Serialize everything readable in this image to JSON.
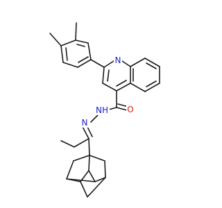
{
  "atoms": {
    "N1": {
      "label": "N",
      "color": "#1d22c9"
    },
    "NH": {
      "label": "NH",
      "color": "#1d22c9"
    },
    "N3": {
      "label": "N",
      "color": "#1d22c9"
    },
    "O": {
      "label": "O",
      "color": "#d21e1e"
    }
  },
  "bond_color": "#1a1a1a"
}
